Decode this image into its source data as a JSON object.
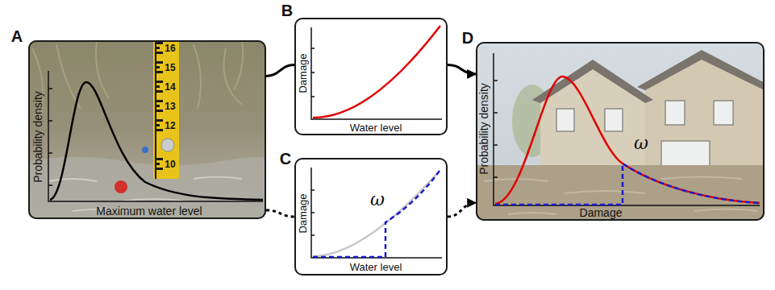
{
  "diagram": {
    "nodes": [
      {
        "text": [
          "A",
          "Probability density",
          "Maximum water level"
        ]
      },
      {
        "text": [
          "B",
          "Damage",
          "Water level"
        ]
      },
      {
        "text": [
          "C",
          "Damage",
          "Water level",
          "ω"
        ]
      },
      {
        "text": [
          "D",
          "Probability density",
          "Damage",
          "ω"
        ]
      }
    ],
    "edges": [
      {
        "from": 0,
        "to": 1,
        "arrow": "none"
      },
      {
        "from": 1,
        "to": 3,
        "arrow": "to"
      },
      {
        "from": 0,
        "to": 2,
        "arrow": "none"
      },
      {
        "from": 2,
        "to": 3,
        "arrow": "to"
      }
    ],
    "labels": [
      "16",
      "15",
      "14",
      "13",
      "12",
      "10"
    ]
  }
}
